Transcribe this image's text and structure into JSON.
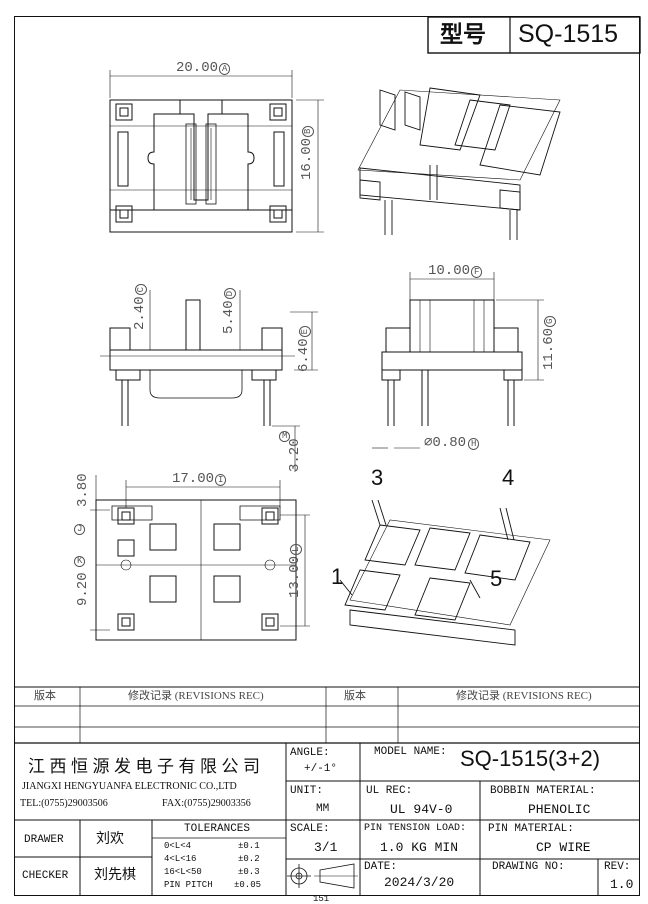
{
  "header": {
    "label": "型号",
    "model": "SQ-1515"
  },
  "dims": {
    "a": "20.00",
    "b": "16.00",
    "c": "2.40",
    "d": "5.40",
    "e": "6.40",
    "f": "10.00",
    "g": "11.60",
    "h": "⌀0.80",
    "m": "3.20",
    "i": "17.00",
    "top_pitch": "3.80",
    "j_val": "9.20",
    "l": "13.00"
  },
  "dim_letters": {
    "a": "A",
    "b": "B",
    "c": "C",
    "d": "D",
    "e": "E",
    "f": "F",
    "g": "G",
    "h": "H",
    "m": "M",
    "i": "I",
    "j": "J",
    "k": "K",
    "l": "L"
  },
  "pins": [
    "1",
    "3",
    "4",
    "5"
  ],
  "revisions": {
    "col1": "版本",
    "col2": "修改记录 (REVISIONS REC)",
    "col3": "版本",
    "col4": "修改记录 (REVISIONS REC)"
  },
  "company": {
    "name_cn": "江西恒源发电子有限公司",
    "name_en": "JIANGXI HENGYUANFA ELECTRONIC CO.,LTD",
    "tel": "TEL:(0755)29003506",
    "fax": "FAX:(0755)29003356"
  },
  "angle": {
    "label": "ANGLE:",
    "value": "+/-1°"
  },
  "model_name": {
    "label": "MODEL NAME:",
    "value": "SQ-1515(3+2)"
  },
  "unit": {
    "label": "UNIT:",
    "value": "MM"
  },
  "ul_rec": {
    "label": "UL REC:",
    "value": "UL 94V-0"
  },
  "bobbin": {
    "label": "BOBBIN MATERIAL:",
    "value": "PHENOLIC"
  },
  "scale": {
    "label": "SCALE:",
    "value": "3/1"
  },
  "pin_tension": {
    "label": "PIN TENSION LOAD:",
    "value": "1.0 KG MIN"
  },
  "pin_material": {
    "label": "PIN MATERIAL:",
    "value": "CP WIRE"
  },
  "drawer": {
    "label": "DRAWER",
    "name": "刘欢"
  },
  "checker": {
    "label": "CHECKER",
    "name": "刘先棋"
  },
  "tolerances": {
    "title": "TOLERANCES",
    "rows": [
      {
        "range": "0<L<4",
        "tol": "±0.1"
      },
      {
        "range": "4<L<16",
        "tol": "±0.2"
      },
      {
        "range": "16<L<50",
        "tol": "±0.3"
      },
      {
        "range": "PIN PITCH",
        "tol": "±0.05"
      }
    ]
  },
  "date": {
    "label": "DATE:",
    "value": "2024/3/20"
  },
  "drawing_no": {
    "label": "DRAWING NO:",
    "value": ""
  },
  "rev": {
    "label": "REV:",
    "value": "1.0"
  },
  "footer_number": "151"
}
